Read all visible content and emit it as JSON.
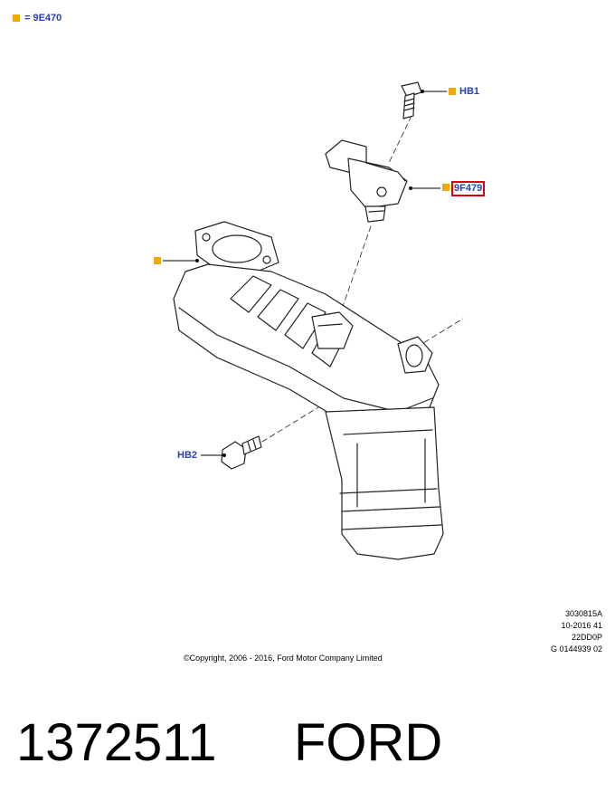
{
  "legend": {
    "equals_code": "= 9E470",
    "color": "#f5a800"
  },
  "callouts": {
    "hb1": "HB1",
    "part_9f479": "9F479",
    "hb2": "HB2",
    "highlight_color": "#d8000c",
    "link_color": "#2a3fb5"
  },
  "meta": {
    "line1": "3030815A",
    "line2": "10-2016 41",
    "line3": "22DD0P",
    "line4": "G 0144939 02"
  },
  "copyright": "©Copyright, 2006 - 2016, Ford Motor Company Limited",
  "footer": {
    "part_number": "1372511",
    "brand": "FORD"
  }
}
